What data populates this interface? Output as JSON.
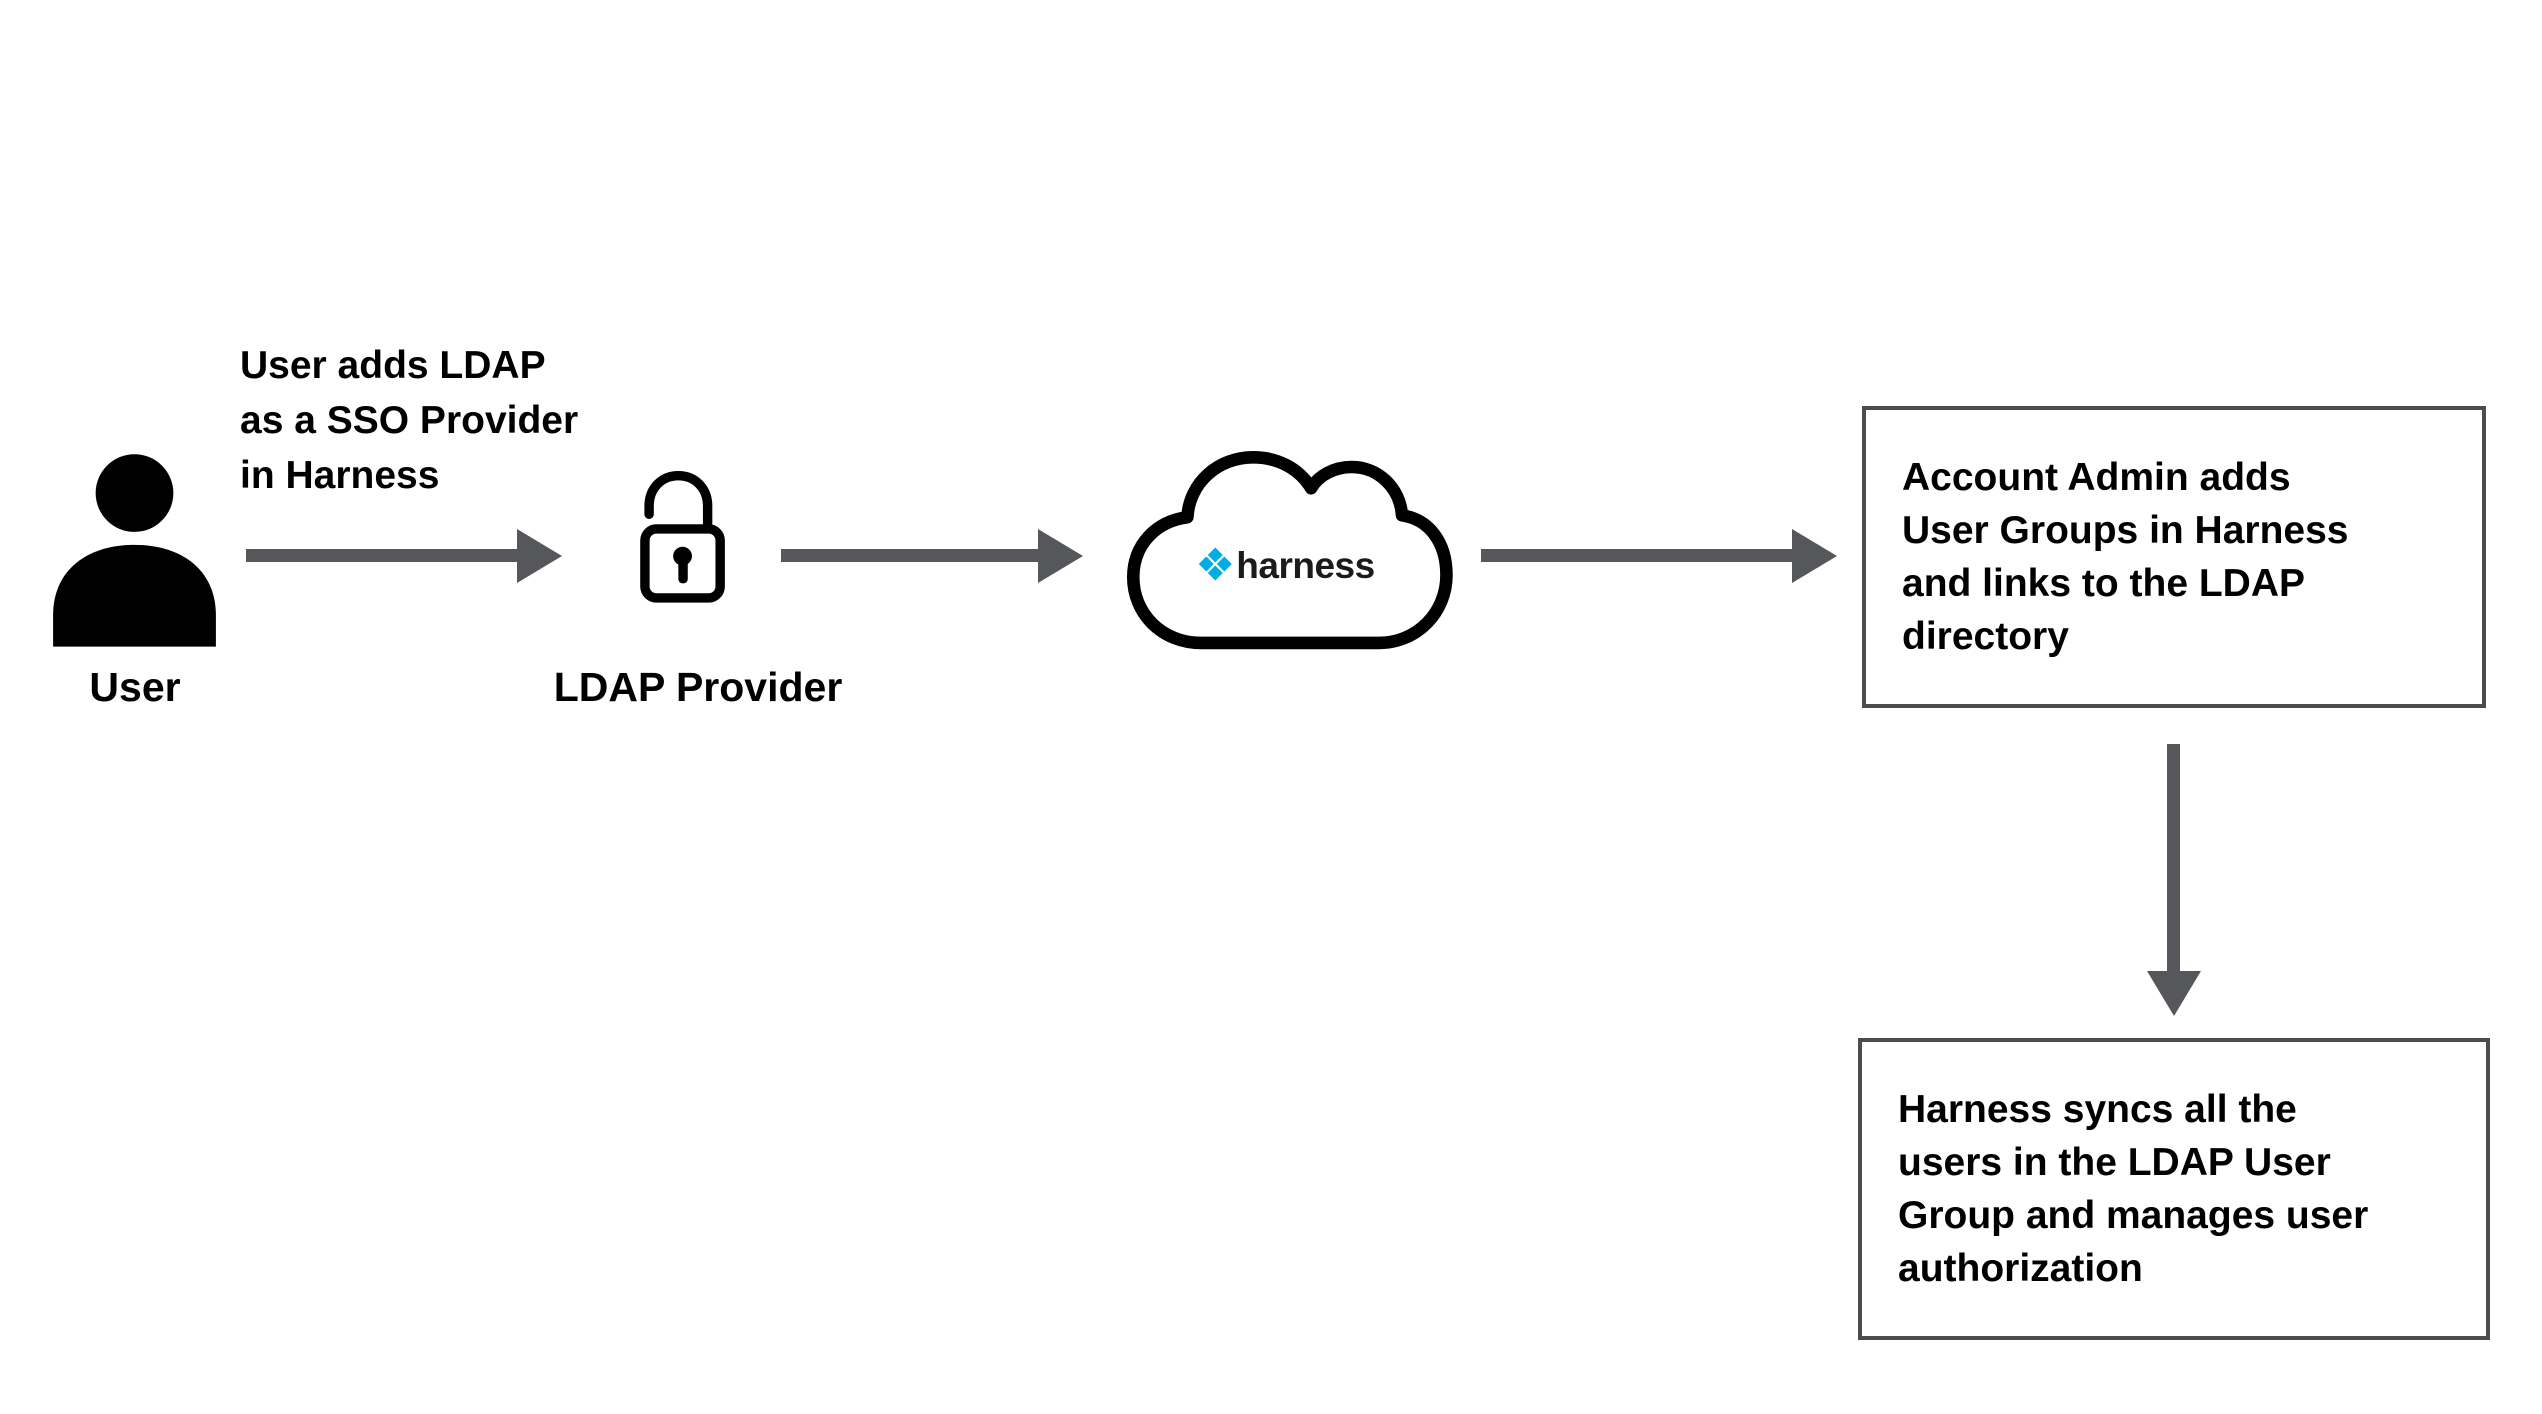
{
  "annotation": {
    "lines": [
      "User adds LDAP",
      "as a SSO Provider",
      "in Harness"
    ]
  },
  "nodes": {
    "user": {
      "label": "User",
      "icon": "person-icon"
    },
    "ldap_provider": {
      "label": "LDAP Provider",
      "icon": "padlock-open-icon"
    },
    "harness_cloud": {
      "logo_text": "harness",
      "icon": "cloud-icon"
    },
    "admin_box": {
      "lines": [
        "Account Admin adds",
        "User Groups in Harness",
        "and links to the LDAP",
        "directory"
      ]
    },
    "sync_box": {
      "lines": [
        "Harness syncs all the",
        "users in the LDAP User",
        "Group and manages user",
        "authorization"
      ]
    }
  },
  "colors": {
    "arrow_gray": "#55575a",
    "box_border_gray": "#4a4c4e",
    "icon_black": "#000000",
    "harness_blue": "#00ade4",
    "background": "#ffffff"
  }
}
